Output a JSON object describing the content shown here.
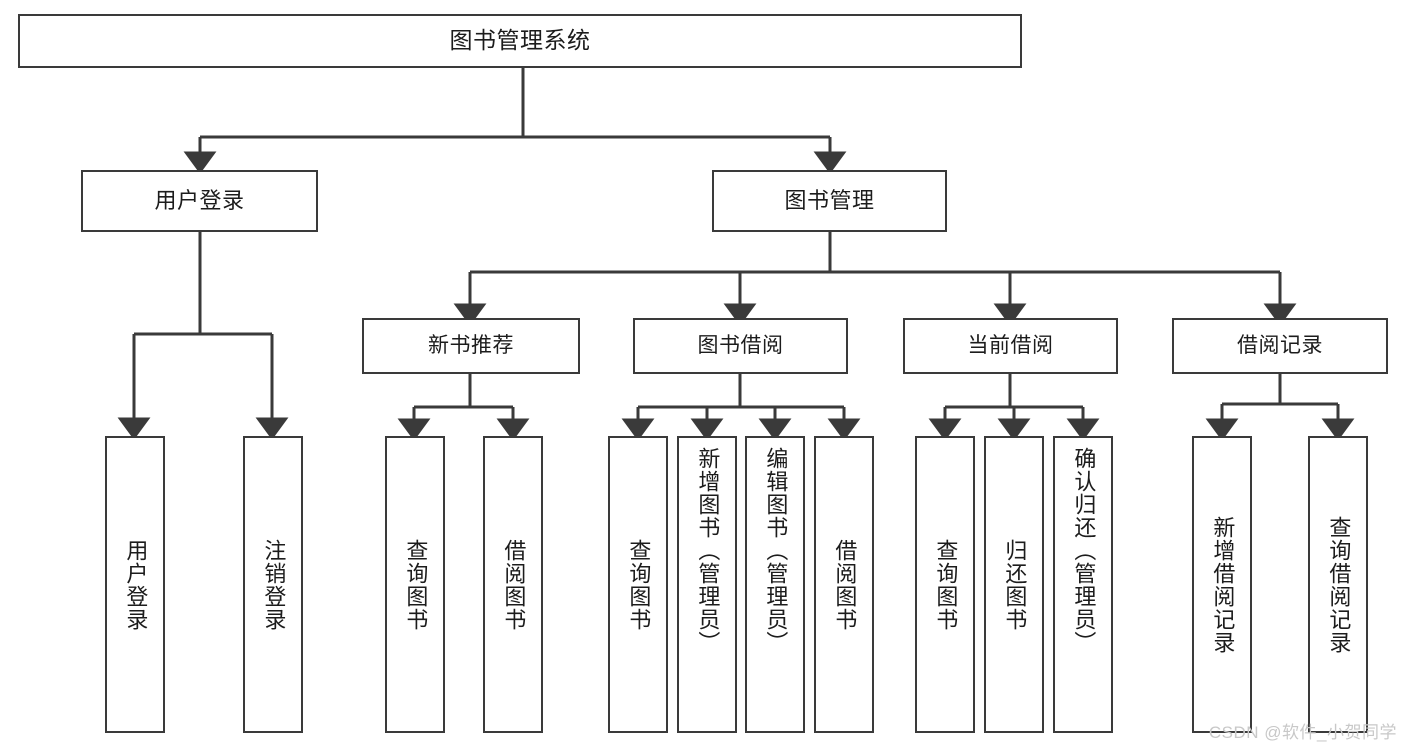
{
  "diagram": {
    "title": "图书管理系统",
    "watermark": "CSDN @软件_小贺同学",
    "stroke_color": "#3a3a3a",
    "text_color": "#1c1c1c",
    "background_color": "#ffffff",
    "root": {
      "label": "图书管理系统"
    },
    "level2": [
      {
        "label": "用户登录"
      },
      {
        "label": "图书管理"
      }
    ],
    "level3": [
      {
        "label": "新书推荐"
      },
      {
        "label": "图书借阅"
      },
      {
        "label": "当前借阅"
      },
      {
        "label": "借阅记录"
      }
    ],
    "leaves": {
      "user_login": [
        {
          "label": "用户登录"
        },
        {
          "label": "注销登录"
        }
      ],
      "new_book_recommend": [
        {
          "label": "查询图书"
        },
        {
          "label": "借阅图书"
        }
      ],
      "book_borrow": [
        {
          "label": "查询图书"
        },
        {
          "label": "新增图书（管理员）"
        },
        {
          "label": "编辑图书（管理员）"
        },
        {
          "label": "借阅图书"
        }
      ],
      "current_borrow": [
        {
          "label": "查询图书"
        },
        {
          "label": "归还图书"
        },
        {
          "label": "确认归还（管理员）"
        }
      ],
      "borrow_record": [
        {
          "label": "新增借阅记录"
        },
        {
          "label": "查询借阅记录"
        }
      ]
    }
  }
}
